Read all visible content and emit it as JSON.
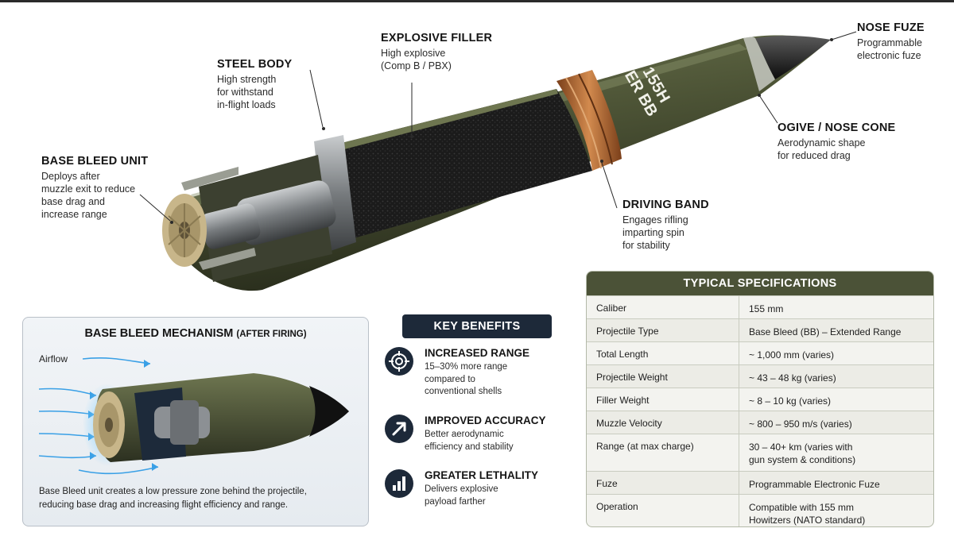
{
  "projectile": {
    "marking": [
      "155H",
      "ER BB"
    ]
  },
  "callouts": {
    "nose_fuze": {
      "title": "NOSE FUZE",
      "desc": [
        "Programmable",
        "electronic fuze"
      ]
    },
    "ogive": {
      "title": "OGIVE / NOSE CONE",
      "desc": [
        "Aerodynamic shape",
        "for reduced drag"
      ]
    },
    "explosive_filler": {
      "title": "EXPLOSIVE FILLER",
      "desc": [
        "High explosive",
        "(Comp B / PBX)"
      ]
    },
    "steel_body": {
      "title": "STEEL BODY",
      "desc": [
        "High strength",
        "for withstand",
        "in-flight loads"
      ]
    },
    "base_bleed_unit": {
      "title": "BASE BLEED UNIT",
      "desc": [
        "Deploys after",
        "muzzle exit to reduce",
        "base drag and",
        "increase range"
      ]
    },
    "driving_band": {
      "title": "DRIVING BAND",
      "desc": [
        "Engages rifling",
        "imparting spin",
        "for stability"
      ]
    }
  },
  "mechanism": {
    "title": "BASE BLEED MECHANISM",
    "subtitle": "(AFTER FIRING)",
    "airflow_label": "Airflow",
    "caption": [
      "Base Bleed unit creates a low pressure zone behind the projectile,",
      "reducing base drag and increasing flight efficiency and range."
    ]
  },
  "benefits": {
    "header": "KEY BENEFITS",
    "items": [
      {
        "icon": "target-icon",
        "title": "INCREASED RANGE",
        "desc": [
          "15–30% more range",
          "compared to",
          "conventional shells"
        ]
      },
      {
        "icon": "arrow-up-right-icon",
        "title": "IMPROVED ACCURACY",
        "desc": [
          "Better aerodynamic",
          "efficiency and stability"
        ]
      },
      {
        "icon": "bar-chart-icon",
        "title": "GREATER LETHALITY",
        "desc": [
          "Delivers explosive",
          "payload farther"
        ]
      }
    ]
  },
  "specs": {
    "title": "TYPICAL SPECIFICATIONS",
    "rows": [
      {
        "key": "Caliber",
        "value": [
          "155 mm"
        ]
      },
      {
        "key": "Projectile Type",
        "value": [
          "Base Bleed (BB) – Extended Range"
        ]
      },
      {
        "key": "Total Length",
        "value": [
          "~ 1,000 mm (varies)"
        ]
      },
      {
        "key": "Projectile Weight",
        "value": [
          "~ 43 – 48 kg (varies)"
        ]
      },
      {
        "key": "Filler Weight",
        "value": [
          "~ 8 – 10 kg (varies)"
        ]
      },
      {
        "key": "Muzzle Velocity",
        "value": [
          "~ 800 – 950 m/s (varies)"
        ]
      },
      {
        "key": "Range (at max charge)",
        "value": [
          "30 – 40+ km (varies with",
          "gun system & conditions)"
        ]
      },
      {
        "key": "Fuze",
        "value": [
          "Programmable Electronic Fuze"
        ]
      },
      {
        "key": "Operation",
        "value": [
          "Compatible with 155 mm",
          "Howitzers (NATO standard)"
        ]
      }
    ]
  },
  "colors": {
    "olive": "#4d5436",
    "olive_dark": "#2f3422",
    "copper": "#b06a36",
    "navy": "#1d2939",
    "airflow_blue": "#3aa0e6"
  }
}
